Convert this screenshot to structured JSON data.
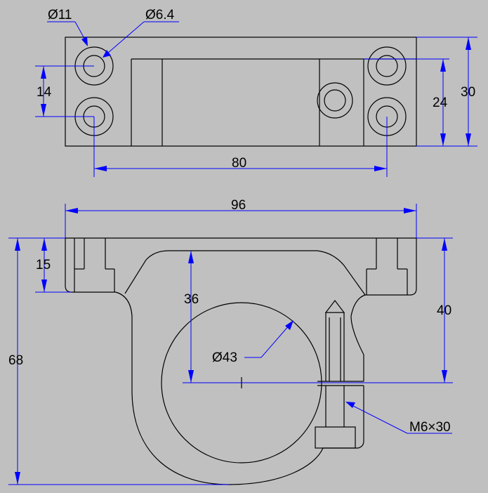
{
  "drawing": {
    "background_color": "#c0c0c0",
    "object_line_color": "#000000",
    "dimension_color": "#0000ff",
    "top_view": {
      "labels": {
        "counterbore_diameter": "Ø11",
        "hole_diameter": "Ø6.4",
        "hole_vertical_spacing": "14",
        "hole_horizontal_spacing": "80",
        "inner_height": "24",
        "overall_height": "30"
      }
    },
    "front_view": {
      "labels": {
        "overall_width": "96",
        "flange_thickness": "15",
        "overall_height": "68",
        "bore_center_depth": "36",
        "clamp_slot_height": "40",
        "bore_diameter": "Ø43",
        "clamp_screw": "M6×30"
      }
    }
  }
}
